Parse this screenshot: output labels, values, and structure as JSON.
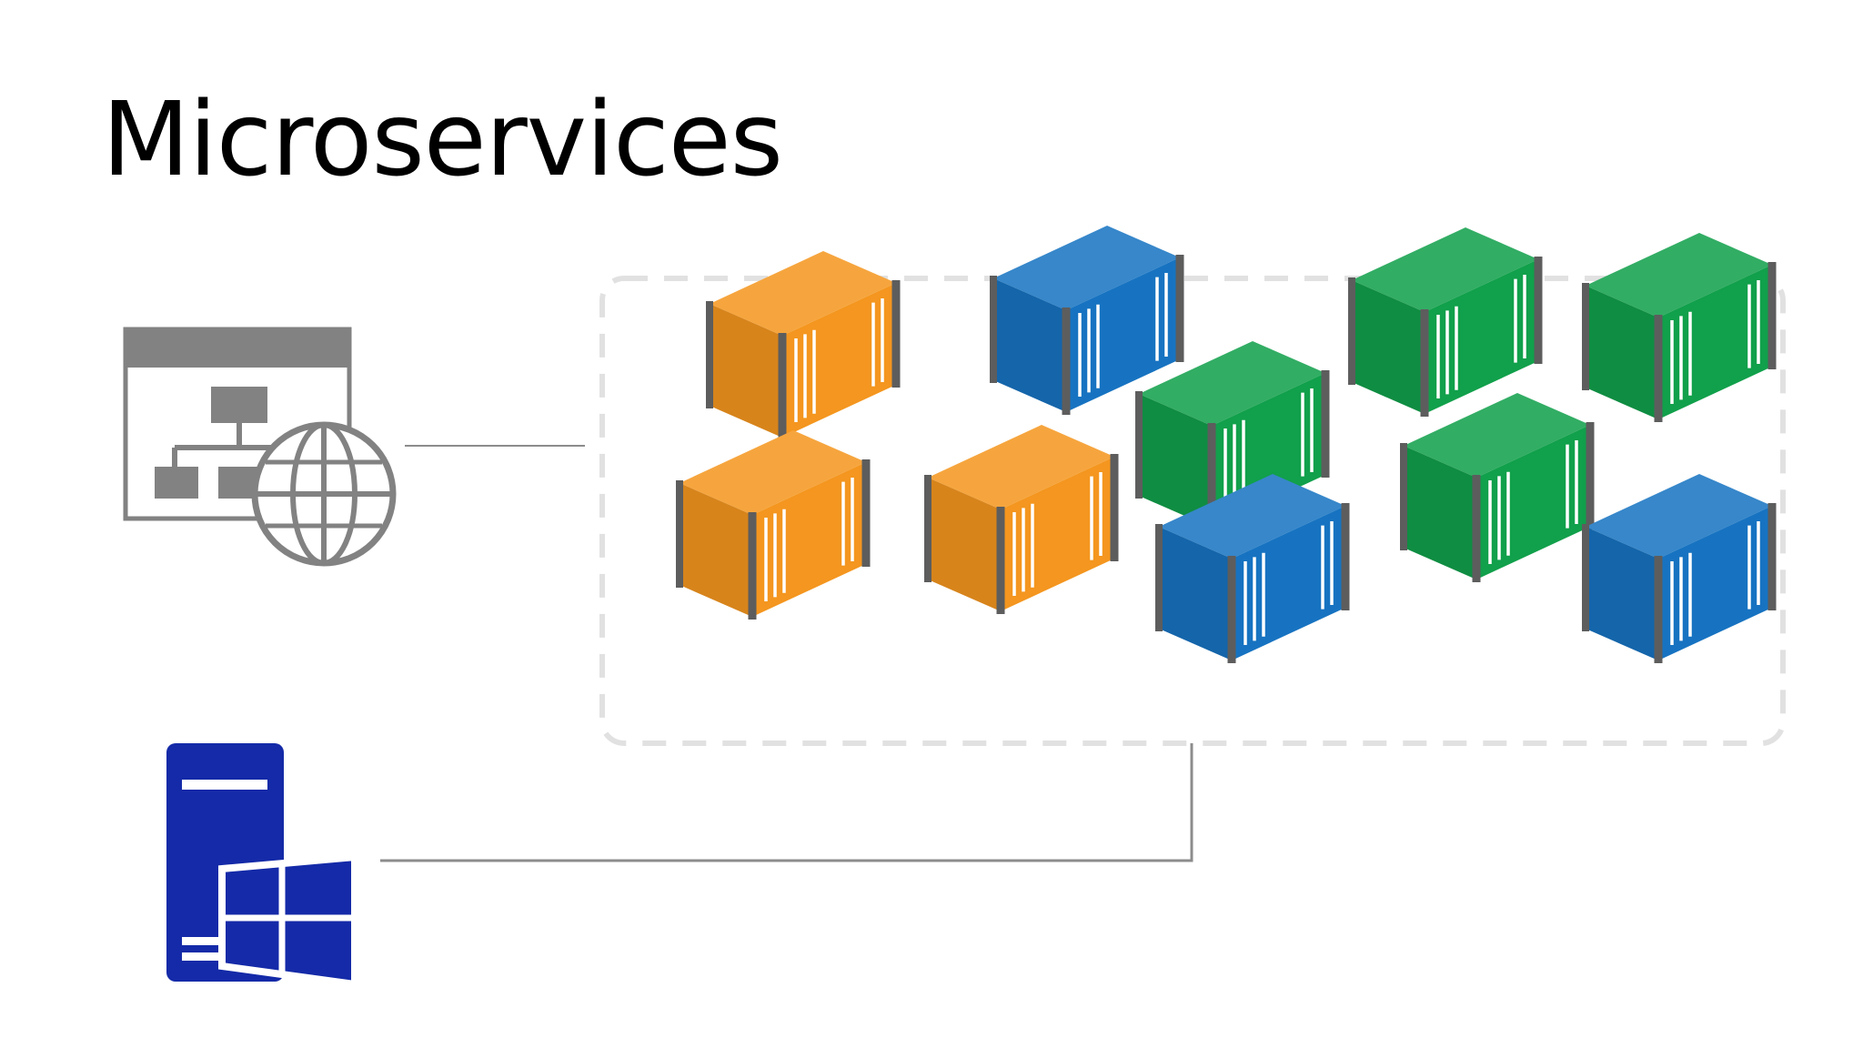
{
  "slide": {
    "title": "Microservices"
  },
  "icons": {
    "web_app": "web-application-globe-icon",
    "server": "windows-server-icon"
  },
  "colors": {
    "orange": "#f4961f",
    "blue": "#1773c1",
    "green": "#11a04b",
    "frame": "#5d5d5d",
    "icon_gray": "#828282",
    "server_navy": "#142aa8",
    "dashed_border": "#e1e1e1",
    "connector": "#8c8c8c"
  },
  "containers": [
    {
      "color": "orange"
    },
    {
      "color": "blue"
    },
    {
      "color": "green"
    },
    {
      "color": "green"
    },
    {
      "color": "green"
    },
    {
      "color": "green"
    },
    {
      "color": "orange"
    },
    {
      "color": "orange"
    },
    {
      "color": "blue"
    },
    {
      "color": "blue"
    }
  ]
}
